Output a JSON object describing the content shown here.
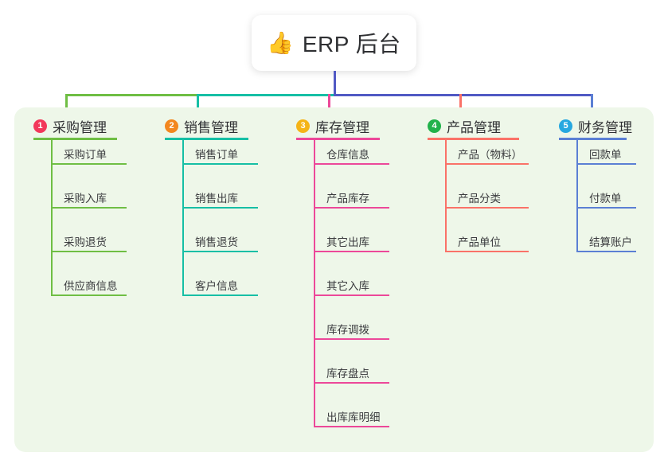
{
  "root": {
    "icon": "thumbs-up-icon",
    "emoji": "👍",
    "title": "ERP 后台"
  },
  "palette": {
    "panel_bg": "#eef7e9",
    "card_bg": "#ffffff",
    "text": "#2f3033",
    "bus_left": "#6fbe44",
    "bus_mid": "#16bfa5",
    "bus_right": "#5159c4"
  },
  "columns": [
    {
      "number": "1",
      "title": "采购管理",
      "badge_color": "#f2385a",
      "line_color": "#6fbe44",
      "items": [
        "采购订单",
        "采购入库",
        "采购退货",
        "供应商信息"
      ]
    },
    {
      "number": "2",
      "title": "销售管理",
      "badge_color": "#f3871f",
      "line_color": "#16bfa5",
      "items": [
        "销售订单",
        "销售出库",
        "销售退货",
        "客户信息"
      ]
    },
    {
      "number": "3",
      "title": "库存管理",
      "badge_color": "#f5b417",
      "line_color": "#ec4899",
      "items": [
        "仓库信息",
        "产品库存",
        "其它出库",
        "其它入库",
        "库存调拨",
        "库存盘点",
        "出库库明细"
      ]
    },
    {
      "number": "4",
      "title": "产品管理",
      "badge_color": "#21b24b",
      "line_color": "#fa7268",
      "items": [
        "产品（物料）",
        "产品分类",
        "产品单位"
      ]
    },
    {
      "number": "5",
      "title": "财务管理",
      "badge_color": "#27a8e0",
      "line_color": "#5b7fd4",
      "items": [
        "回款单",
        "付款单",
        "结算账户"
      ]
    }
  ]
}
